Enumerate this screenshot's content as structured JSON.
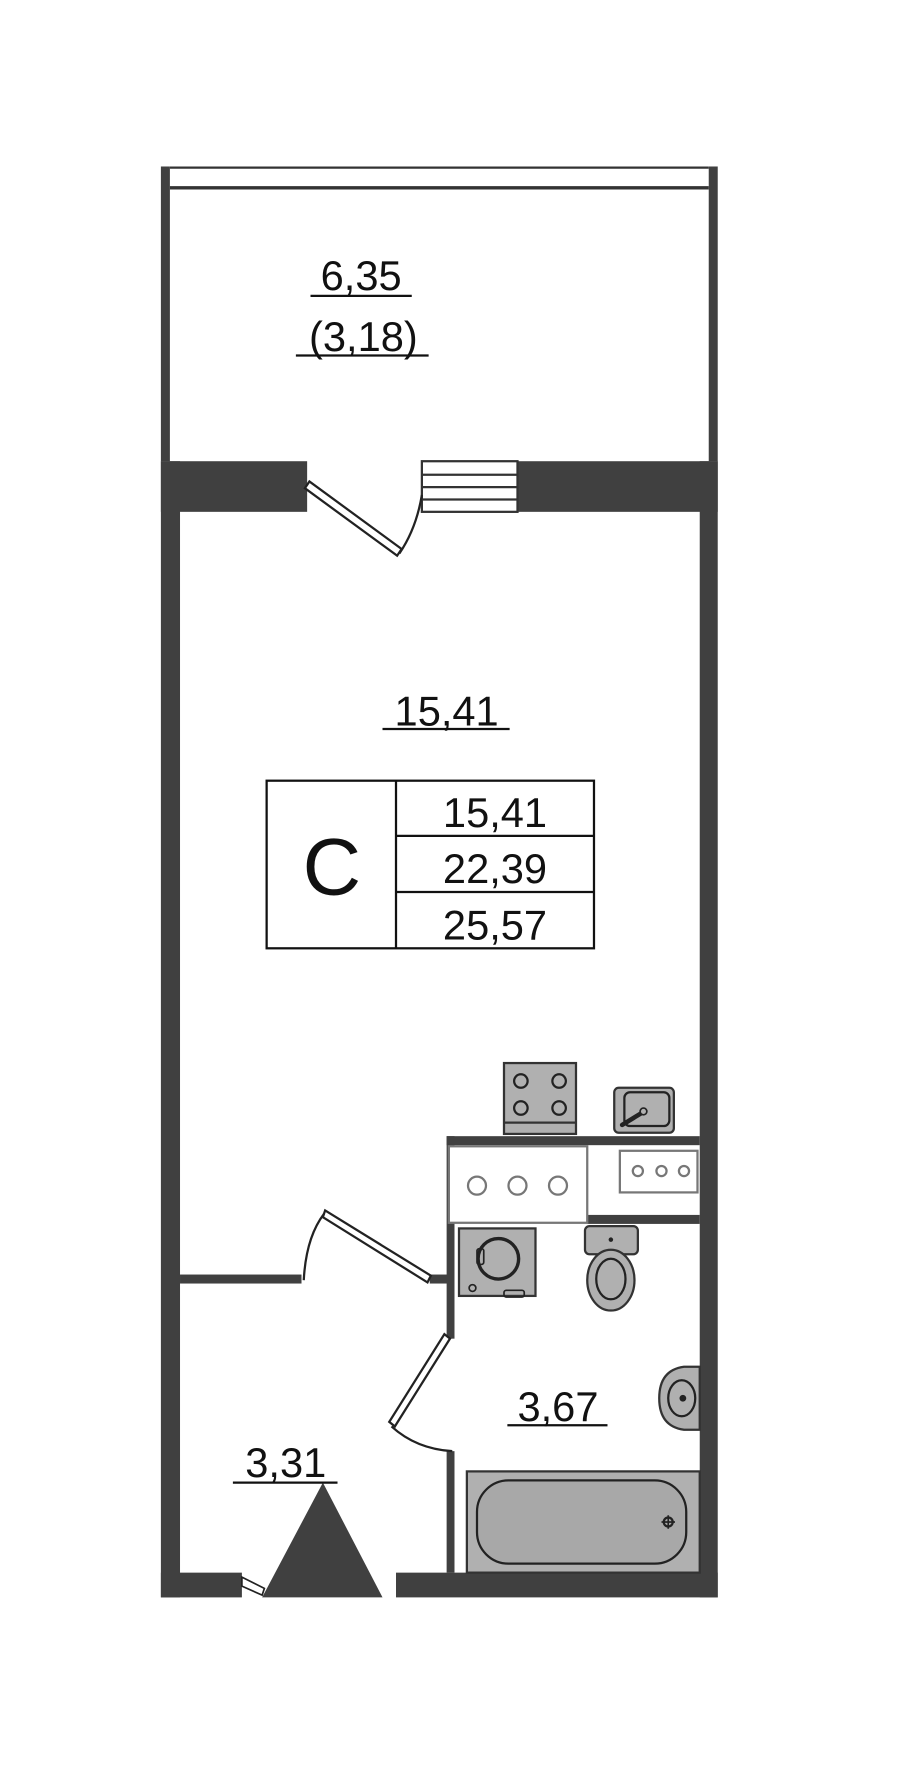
{
  "plan": {
    "balcony": {
      "area": "6,35",
      "reduced_area": "(3,18)"
    },
    "living_room": {
      "area": "15,41"
    },
    "bathroom": {
      "area": "3,67"
    },
    "hallway": {
      "area": "3,31"
    },
    "summary": {
      "type_label": "С",
      "living_area": "15,41",
      "total_area": "22,39",
      "total_with_balcony": "25,57"
    }
  },
  "colors": {
    "wall": "#404040",
    "fixture": "#b0b0b0"
  }
}
